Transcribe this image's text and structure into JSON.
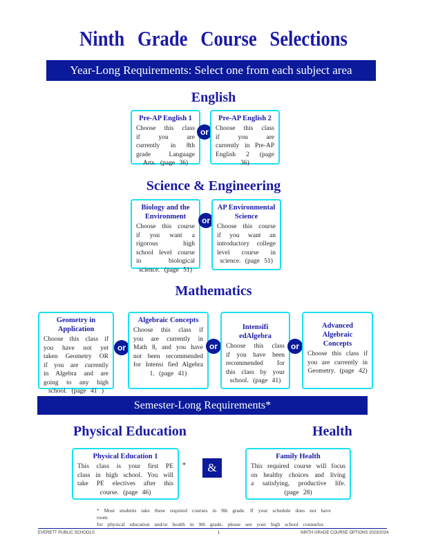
{
  "title": "Ninth Grade Course Selections",
  "year_long_bar": "Year-Long Requirements: Select one from each subject area",
  "or_label": "or",
  "english": {
    "heading": "English",
    "cards": [
      {
        "title": "Pre-AP English 1",
        "desc": "Choose this class if you are currently in 8th grade Language Arts. (page 36)"
      },
      {
        "title": "Pre-AP English 2",
        "desc": "Choose this class if you are currently in Pre-AP English 2 (page 36)"
      }
    ]
  },
  "science": {
    "heading": "Science & Engineering",
    "cards": [
      {
        "title": "Biology and the Environment",
        "desc": "Choose this course if you want a rigorous high school level course in biological science. (page 51)"
      },
      {
        "title": "AP Environmental Science",
        "desc": "Choose this course if you want an introductory college level course in science. (page 51)"
      }
    ]
  },
  "math": {
    "heading": "Mathematics",
    "cards": [
      {
        "title": "Geometry in Application",
        "desc": "Choose this class if you have not yet taken Geometry OR if you are currently in Algebra and are going to any high school. (page 41 )"
      },
      {
        "title": "Algebraic Concepts",
        "desc": "Choose this class if you are currently in Math 8, and you have not been recommended for Intensi fied Algebra 1. (page 41)"
      },
      {
        "title": "Intensifi edAlgebra",
        "desc": "Choose this class if you have been recommended for this class by your school. (page 41)"
      },
      {
        "title": "Advanced Algebraic Concepts",
        "desc": "Choose this class if you are currently in Geometry. (page 42)"
      }
    ]
  },
  "semester_bar": "Semester-Long Requirements*",
  "pe": {
    "heading": "Physical Education",
    "card": {
      "title": "Physical Education 1",
      "desc": "This class is your first PE class in high school. You will take PE electives after this course. (page 46)"
    }
  },
  "health": {
    "heading": "Health",
    "card": {
      "title": "Family Health",
      "desc": "This required course will focus on healthy choices and living a satisfying, productive life. (page 28)"
    }
  },
  "asterisk": "*",
  "ampersand": "&",
  "footnote_line1": "* Most students take these required courses in 9th grade. If your schedule does not have room",
  "footnote_line2": "for physical education and/or health in 9th grade, please see your high school counselor.",
  "footer": {
    "left": "EVERETT PUBLIC SCHOOLS",
    "page": "1",
    "right": "NINTH GRADE COURSE OPTIONS 2023/2024"
  },
  "colors": {
    "navy": "#0a1a9a",
    "heading_blue": "#1a1aa6",
    "card_border": "#19e0f0"
  }
}
